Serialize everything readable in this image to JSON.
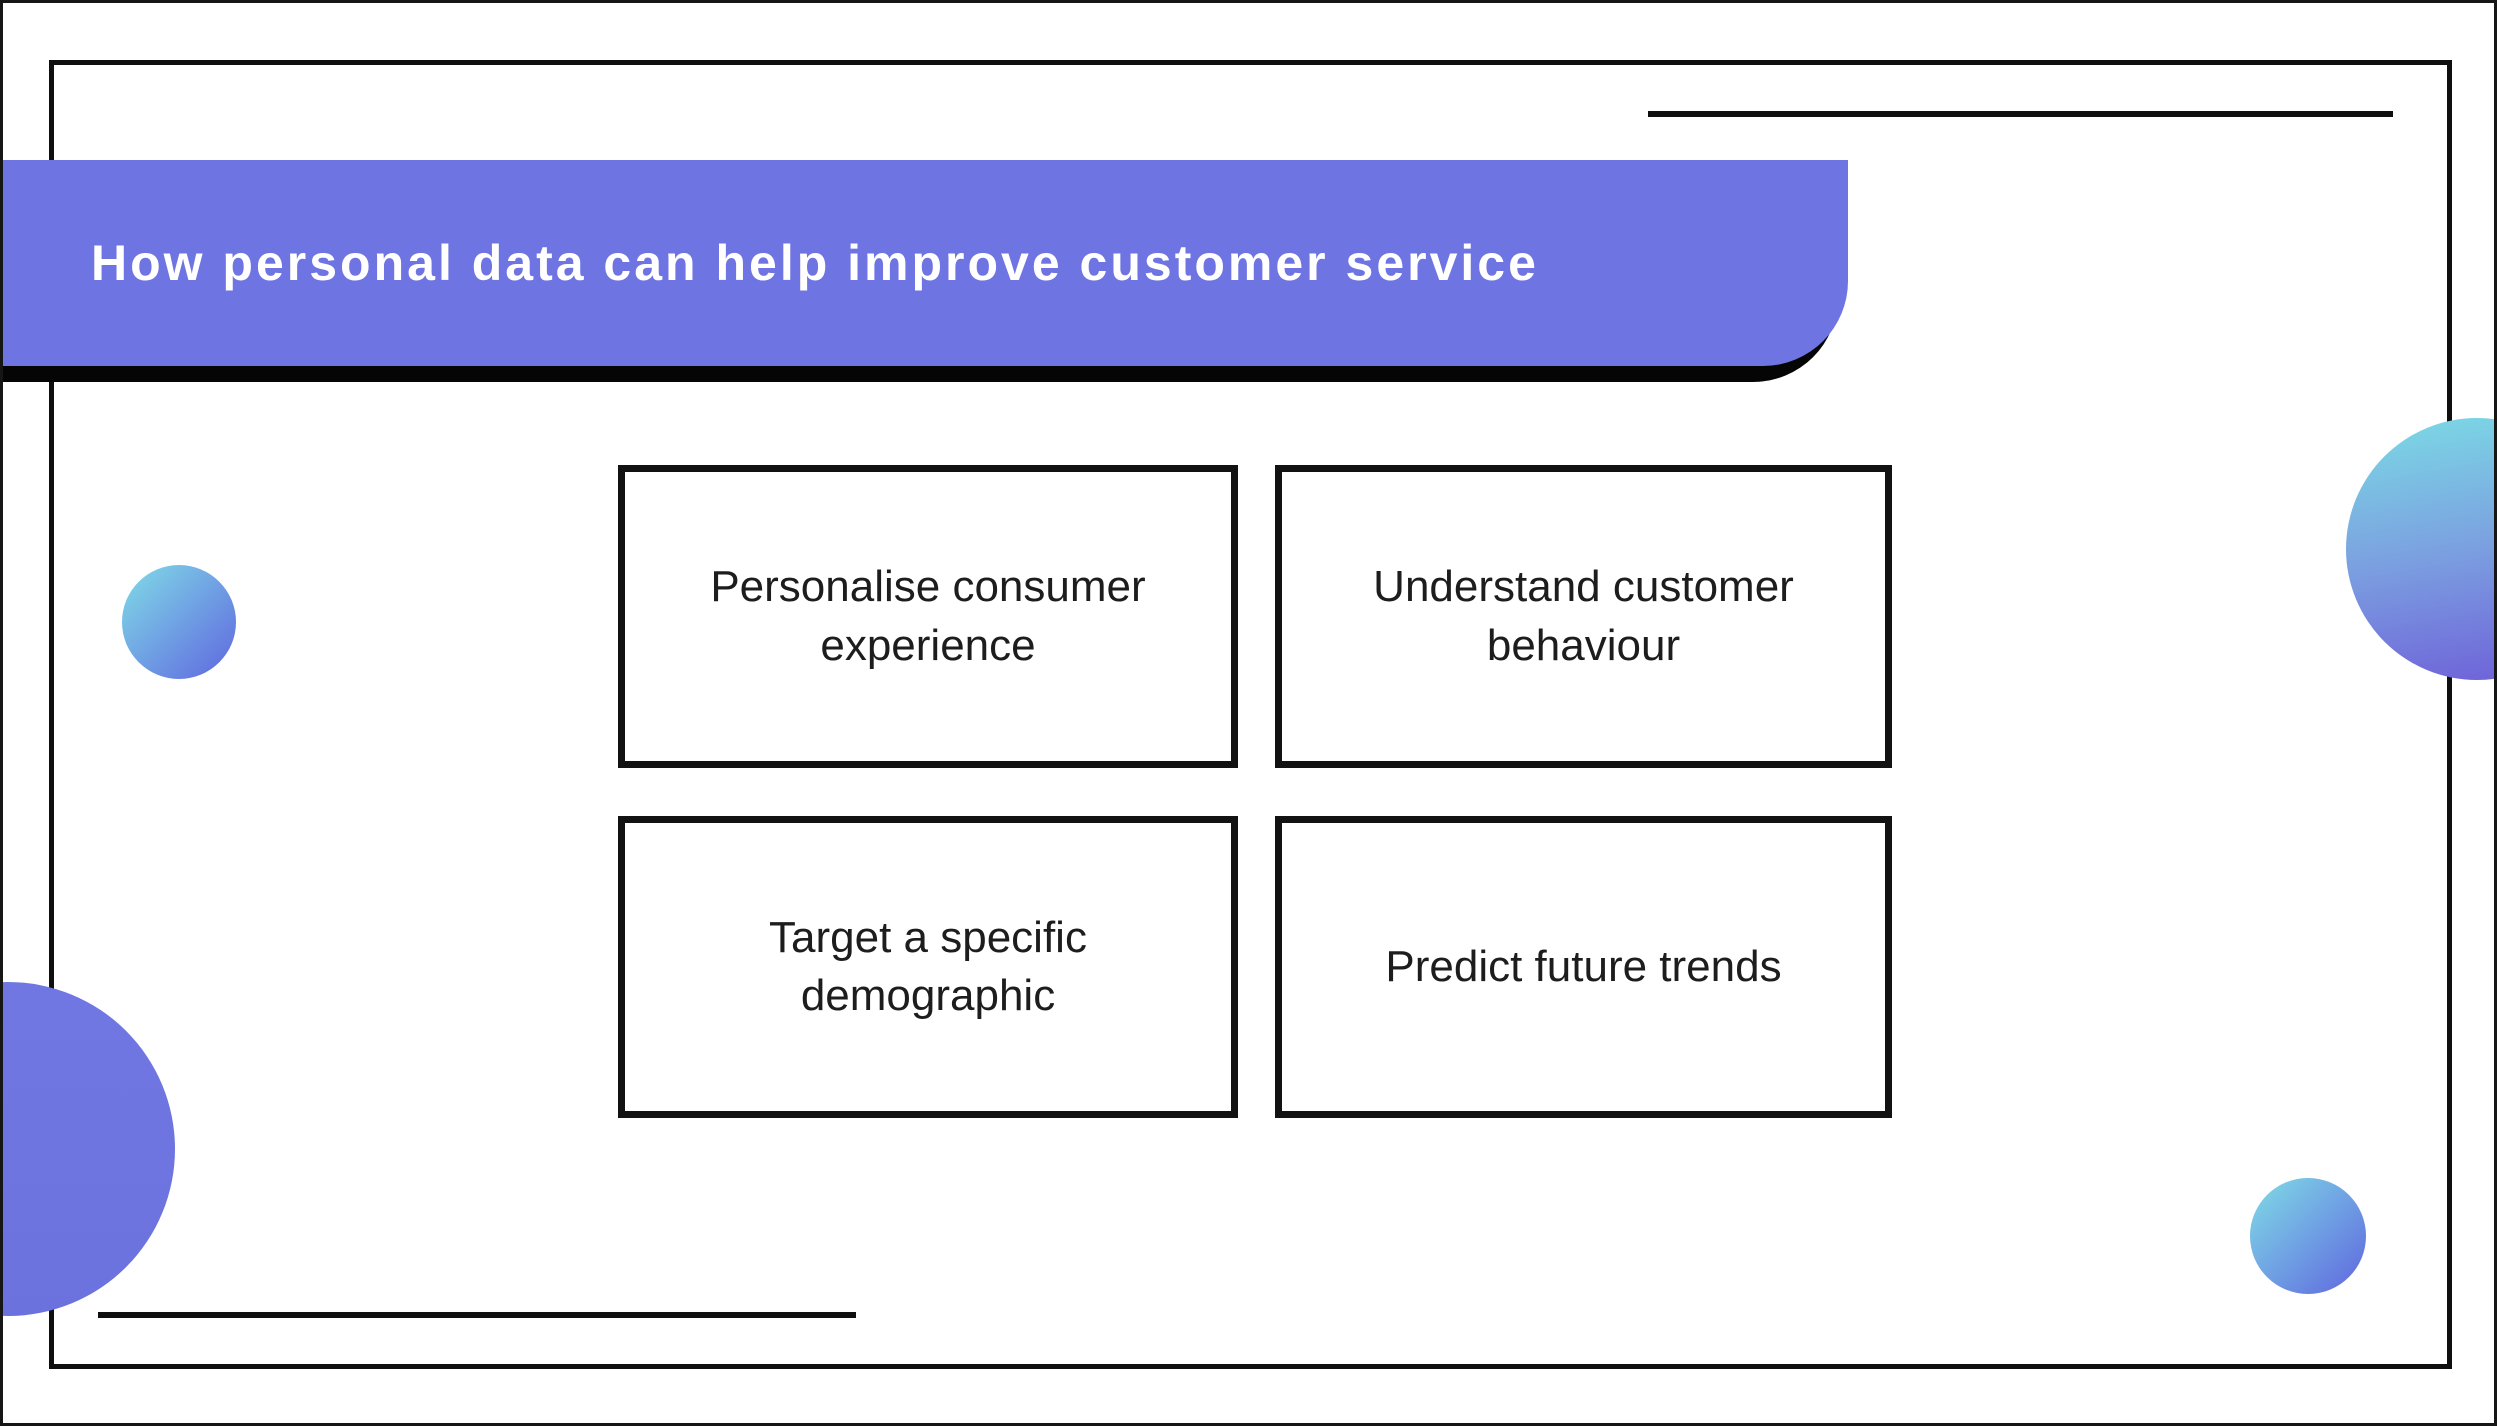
{
  "page": {
    "title": "How personal data can help improve customer service"
  },
  "cards": [
    {
      "label": "Personalise consumer experience"
    },
    {
      "label": "Understand customer behaviour"
    },
    {
      "label": "Target a specific demographic"
    },
    {
      "label": "Predict future trends"
    }
  ],
  "colors": {
    "banner": "#6E74E1",
    "banner_shadow": "#050505",
    "frame_border": "#0f0f0f",
    "card_border": "#121212",
    "card_text": "#1d1d1d",
    "title_text": "#ffffff",
    "gradient_circle_from": "#80DDE7",
    "gradient_circle_to": "#5F66DF",
    "solid_circle": "#6E76E0"
  }
}
